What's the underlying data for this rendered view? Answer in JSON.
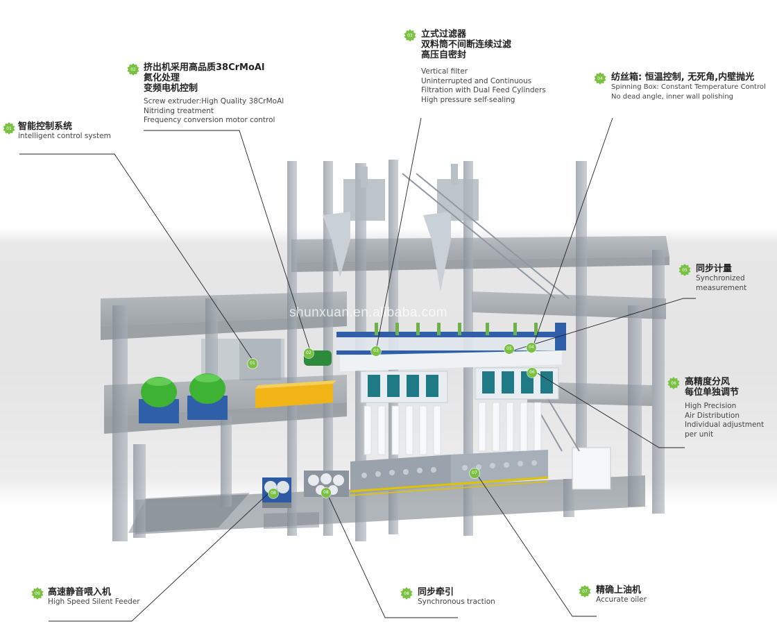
{
  "watermark": "shunxuan.en.alibaba.com",
  "accent_color": "#7ac142",
  "callouts": [
    {
      "num": "01",
      "cn": [
        "智能控制系统"
      ],
      "en": [
        "intelligent control system"
      ]
    },
    {
      "num": "02",
      "cn": [
        "挤出机采用高品质38CrMoAl",
        "氮化处理",
        "变频电机控制"
      ],
      "en": [
        "Screw extruder:High Quality 38CrMoAl",
        "Nitriding treatment",
        "Frequency conversion motor control"
      ]
    },
    {
      "num": "03",
      "cn": [
        "立式过滤器",
        "双料筒不间断连续过滤",
        "高压自密封"
      ],
      "en": [
        "Vertical filter",
        "Uninterrupted and Continuous",
        "Filtration with Dual Feed Cylinders",
        "High pressure self-sealing"
      ]
    },
    {
      "num": "04",
      "cn": [
        "纺丝箱: 恒温控制, 无死角,内壁抛光"
      ],
      "en": [
        "Spinning Box: Constant Temperature Control",
        "No dead angle, inner wall polishing"
      ]
    },
    {
      "num": "05",
      "cn": [
        "同步计量"
      ],
      "en": [
        "Synchronized",
        "measurement"
      ]
    },
    {
      "num": "06",
      "cn": [
        "高精度分风",
        "每位单独调节"
      ],
      "en": [
        "High Precision",
        "Air Distribution",
        "Individual adjustment",
        "per unit"
      ]
    },
    {
      "num": "07",
      "cn": [
        "精确上油机"
      ],
      "en": [
        "Accurate oiler"
      ]
    },
    {
      "num": "08",
      "cn": [
        "同步牵引"
      ],
      "en": [
        "Synchronous traction"
      ]
    },
    {
      "num": "09",
      "cn": [
        "高速静音喂入机"
      ],
      "en": [
        "High Speed Silent Feeder"
      ]
    }
  ],
  "markers": [
    "01",
    "02",
    "03",
    "04",
    "05",
    "06",
    "07",
    "08",
    "08"
  ]
}
